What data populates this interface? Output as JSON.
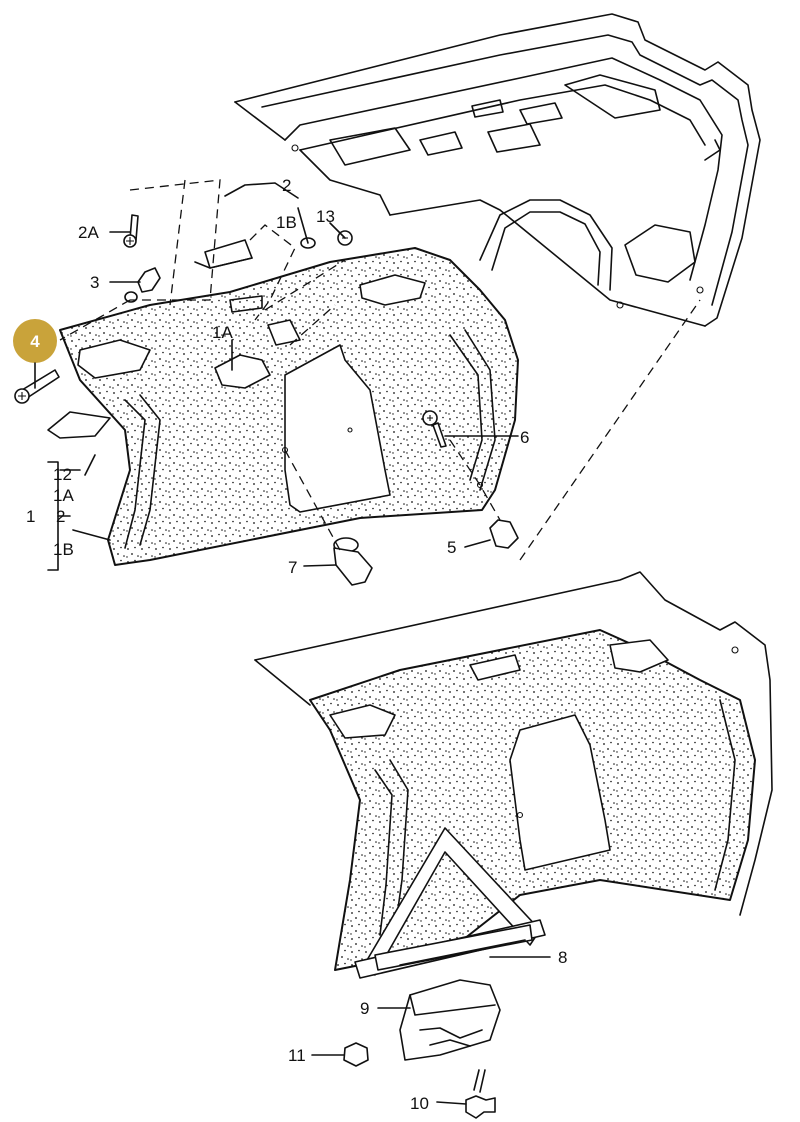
{
  "callouts": {
    "c2": "2",
    "c2a": "2A",
    "c1b_top": "1B",
    "c13": "13",
    "c3": "3",
    "c4": "4",
    "c1a_top": "1A",
    "c6": "6",
    "c12": "12",
    "c1a_group": "1A",
    "c1": "1",
    "c2_group": "2",
    "c1b_group": "1B",
    "c5": "5",
    "c7": "7",
    "c8": "8",
    "c9": "9",
    "c11": "11",
    "c10": "10"
  },
  "highlight": {
    "number": "4",
    "color": "#c9a33a"
  }
}
